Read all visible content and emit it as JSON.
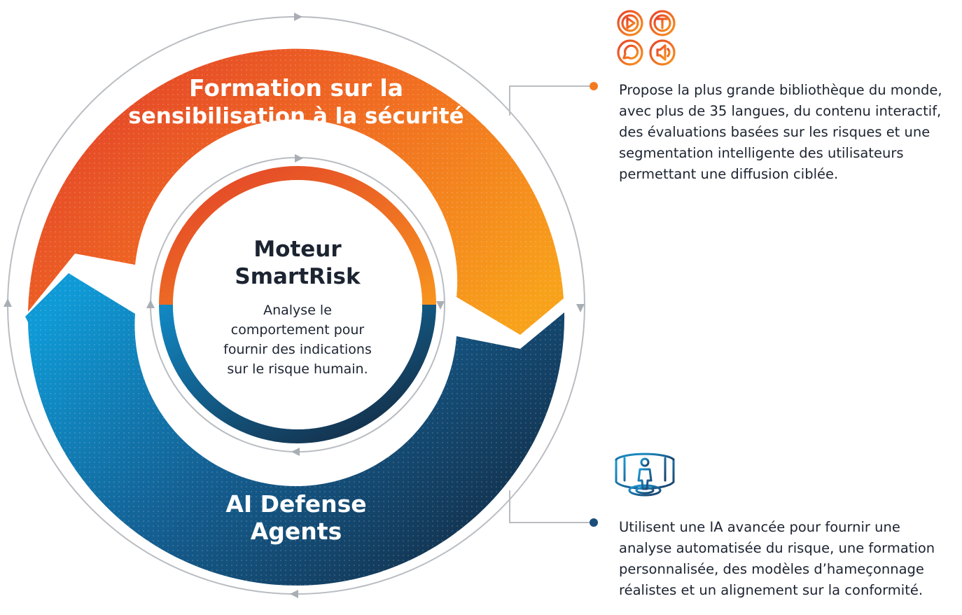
{
  "outer_ring": {
    "top_label": "Formation sur la sensibilisation à la sécurité",
    "top_label_lines": [
      "Formation sur la",
      "sensibilisation à la sécurité"
    ],
    "bottom_label_lines": [
      "AI Defense",
      "Agents"
    ]
  },
  "center": {
    "title_lines": [
      "Moteur",
      "SmartRisk"
    ],
    "description_lines": [
      "Analyse le",
      "comportement pour",
      "fournir des indications",
      "sur le risque humain."
    ]
  },
  "callouts": [
    {
      "text": "Propose la plus grande bibliothèque du monde, avec plus de 35 langues, du contenu interactif, des évaluations basées sur les risques et une segmentation intelligente des utilisateurs permettant une diffusion ciblée.",
      "icons": [
        "play-circle-icon",
        "text-t-circle-icon",
        "speech-bubble-circle-icon",
        "speaker-circle-icon"
      ],
      "dot_color": "#f47a20"
    },
    {
      "text": "Utilisent une IA avancée pour fournir une analyse automatisée du risque, une formation personnalisée, des modèles d’hameçonnage réalistes et un alignement sur la conformité.",
      "icons": [
        "ai-agent-scanner-icon"
      ],
      "dot_color": "#1a4e7a"
    }
  ],
  "colors": {
    "orange_start": "#e8442a",
    "orange_end": "#f79a1e",
    "blue_start": "#1193cf",
    "navy_end": "#13263d",
    "text_dark": "#1c2431",
    "ring_gray": "#b9bdc2"
  }
}
